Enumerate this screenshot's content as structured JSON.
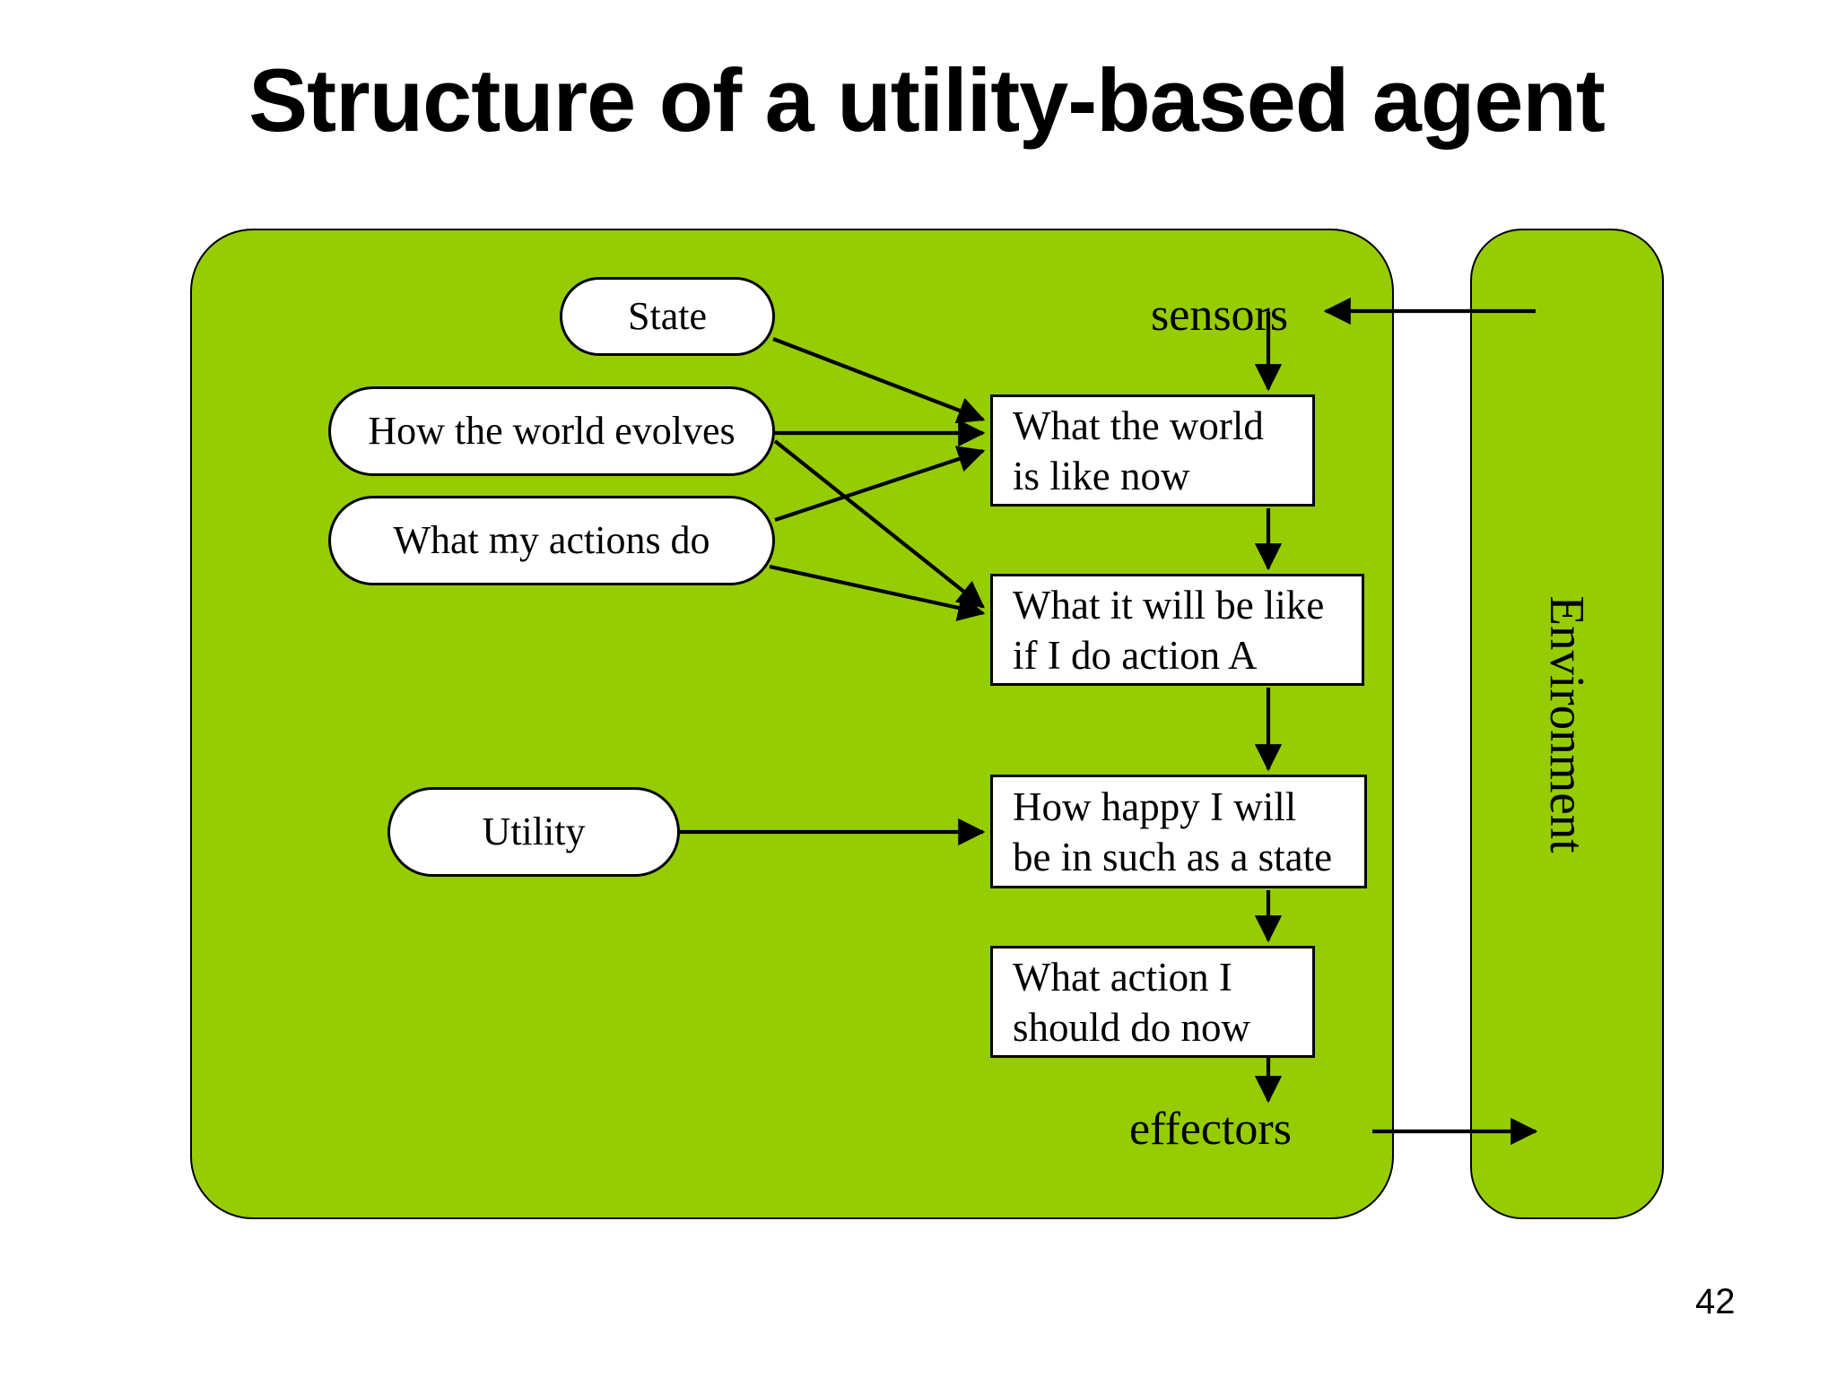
{
  "slide": {
    "title": "Structure of a utility-based agent",
    "page_number": "42",
    "background_color": "#ffffff",
    "accent_color": "#96cc02",
    "line_color": "#000000"
  },
  "agent": {
    "panel_name": "agent-boundary",
    "inputs": [
      {
        "id": "state",
        "label": "State",
        "shape": "pill"
      },
      {
        "id": "world-evolves",
        "label": "How the world evolves",
        "shape": "pill"
      },
      {
        "id": "actions-do",
        "label": "What my actions do",
        "shape": "pill"
      },
      {
        "id": "utility",
        "label": "Utility",
        "shape": "pill"
      }
    ],
    "processes": [
      {
        "id": "world-now",
        "line1": "What the world",
        "line2": "is like now",
        "shape": "rect"
      },
      {
        "id": "will-be-like",
        "line1": "What it will be like",
        "line2": "if I do action A",
        "shape": "rect"
      },
      {
        "id": "how-happy",
        "line1": "How happy I will",
        "line2": "be in such as a state",
        "shape": "rect"
      },
      {
        "id": "what-action",
        "line1": "What action I",
        "line2": "should do now",
        "shape": "rect"
      }
    ],
    "io": {
      "sensors_label": "sensors",
      "effectors_label": "effectors"
    }
  },
  "environment": {
    "label": "Environment",
    "orientation": "vertical"
  }
}
